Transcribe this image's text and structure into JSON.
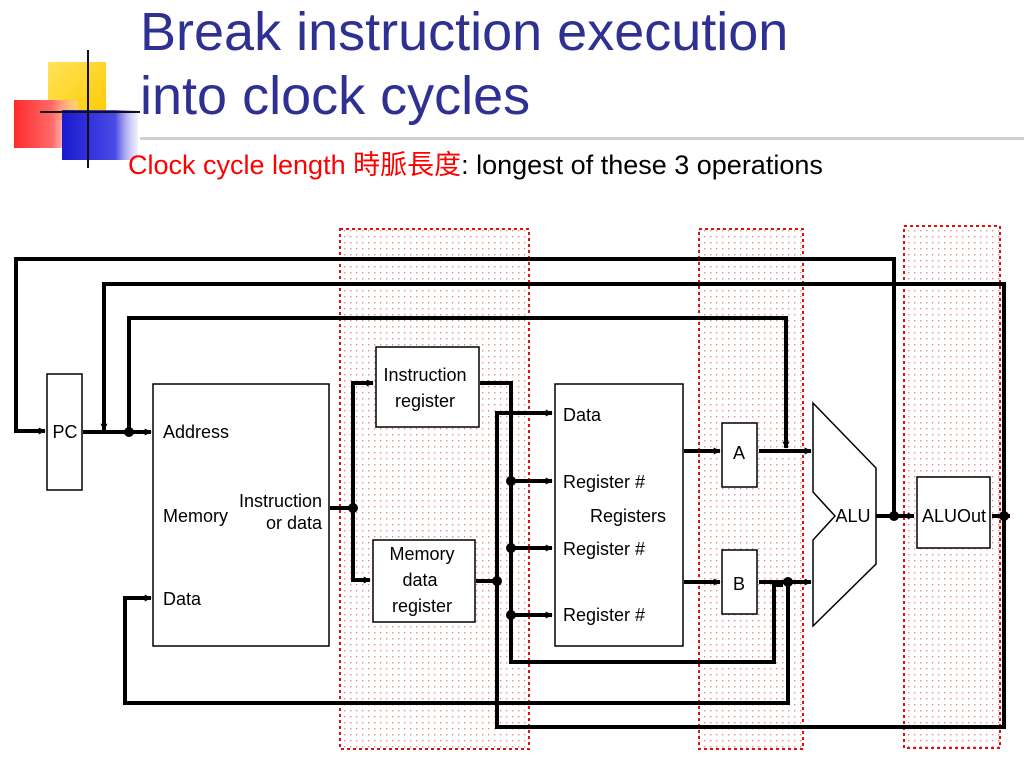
{
  "slide": {
    "title_line1": "Break instruction execution",
    "title_line2": "into clock cycles",
    "subtitle_red": "Clock cycle length 時脈長度",
    "subtitle_rest": ": longest of these 3 operations"
  },
  "colors": {
    "title": "#2e3192",
    "subtitle_highlight": "#ff0000",
    "cycle_boundary": "#e01010",
    "deco_yellow": "#ffd21e",
    "deco_red": "#ff3a3a",
    "deco_blue": "#2a2ad6"
  },
  "diagram": {
    "pc": "PC",
    "memory": {
      "address": "Address",
      "name": "Memory",
      "output_line1": "Instruction",
      "output_line2": "or data",
      "data": "Data"
    },
    "instruction_register": {
      "line1": "Instruction",
      "line2": "register"
    },
    "memory_data_register": {
      "line1": "Memory",
      "line2": "data",
      "line3": "register"
    },
    "registers": {
      "data": "Data",
      "reg1": "Register #",
      "name": "Registers",
      "reg2": "Register #",
      "reg3": "Register #"
    },
    "a": "A",
    "b": "B",
    "alu": "ALU",
    "aluout": "ALUOut"
  }
}
